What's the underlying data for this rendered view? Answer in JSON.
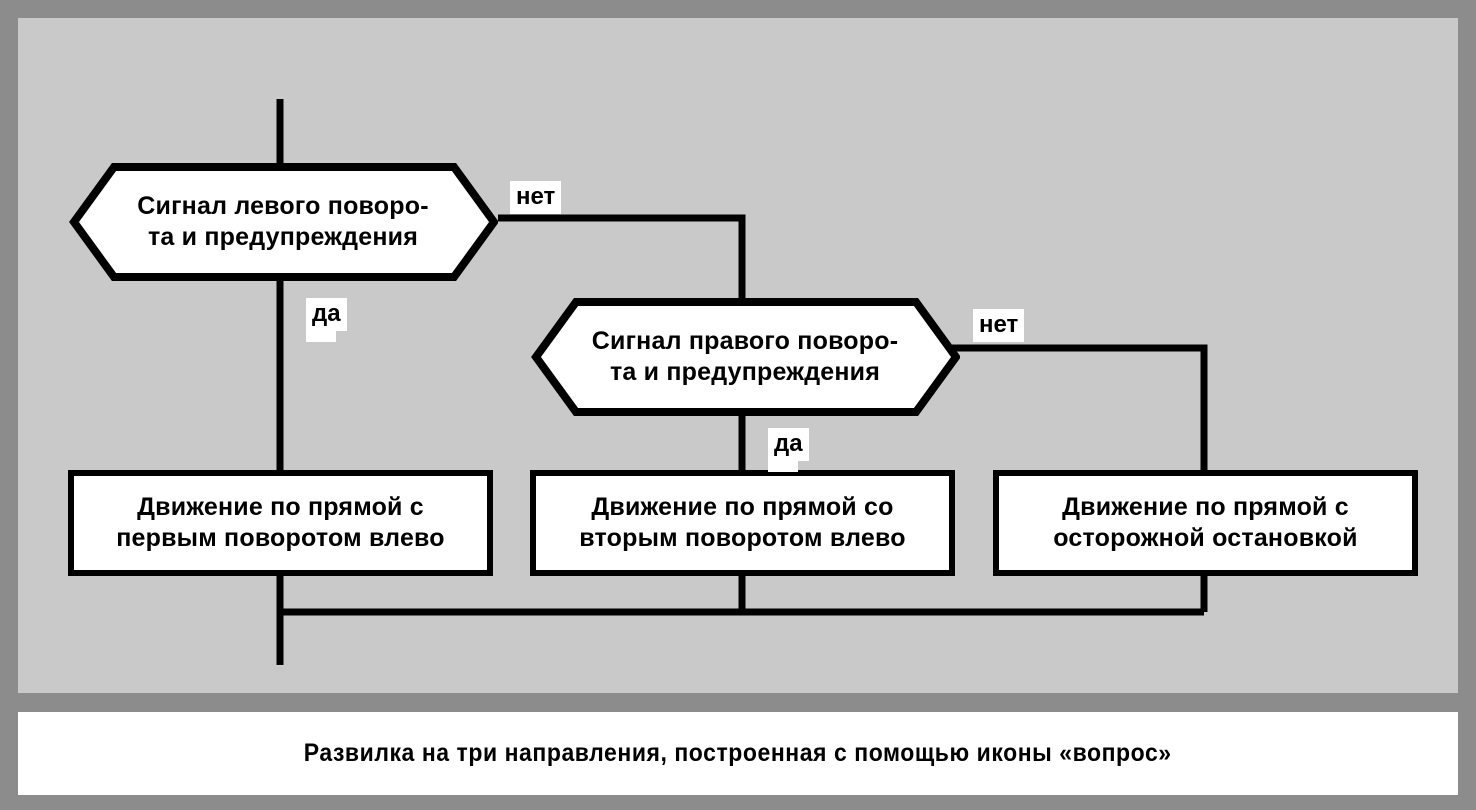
{
  "figure": {
    "caption": "Развилка на три направления, построенная с помощью иконы «вопрос»",
    "frame_color": "#8c8c8c",
    "panel_color": "#c9c9c9",
    "line_color": "#000000",
    "node_fill": "#ffffff"
  },
  "nodes": {
    "decision_left": {
      "label": "Сигнал левого поворо-\nта и предупреждения",
      "shape": "hexagon"
    },
    "decision_right": {
      "label": "Сигнал правого поворо-\nта и предупреждения",
      "shape": "hexagon"
    },
    "action_first": {
      "label": "Движение по прямой с\nпервым поворотом влево",
      "shape": "rectangle"
    },
    "action_second": {
      "label": "Движение по прямой со\nвторым поворотом влево",
      "shape": "rectangle"
    },
    "action_stop": {
      "label": "Движение по прямой с\nосторожной остановкой",
      "shape": "rectangle"
    }
  },
  "edges": {
    "left_no": "нет",
    "left_yes": "да",
    "right_no": "нет",
    "right_yes": "да"
  }
}
